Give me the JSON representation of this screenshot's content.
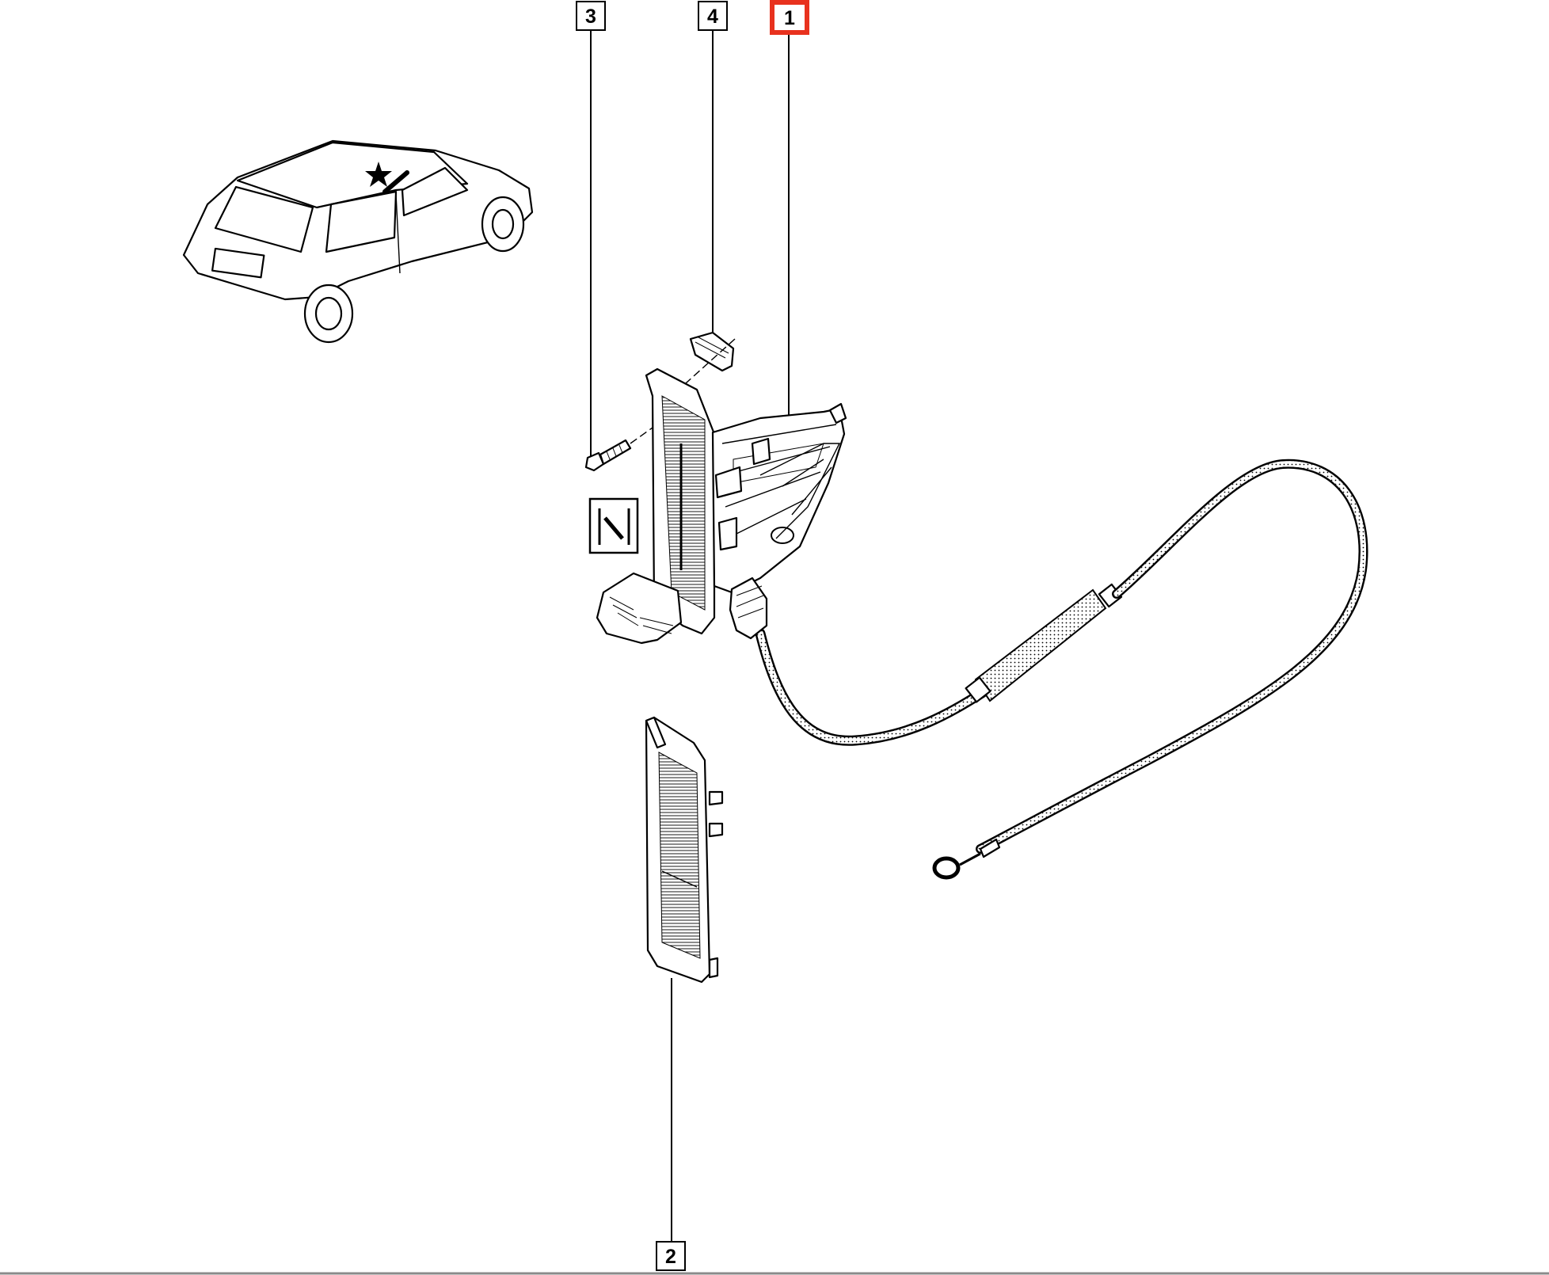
{
  "diagram": {
    "callouts": [
      {
        "id": "3",
        "label": "3",
        "selected": false
      },
      {
        "id": "4",
        "label": "4",
        "selected": false
      },
      {
        "id": "1",
        "label": "1",
        "selected": true
      },
      {
        "id": "2",
        "label": "2",
        "selected": false
      }
    ],
    "colors": {
      "selected_outline": "#e8321e",
      "line": "#000000",
      "background": "#ffffff"
    },
    "icons": [
      "car-overview-icon",
      "view-direction-icon"
    ]
  }
}
